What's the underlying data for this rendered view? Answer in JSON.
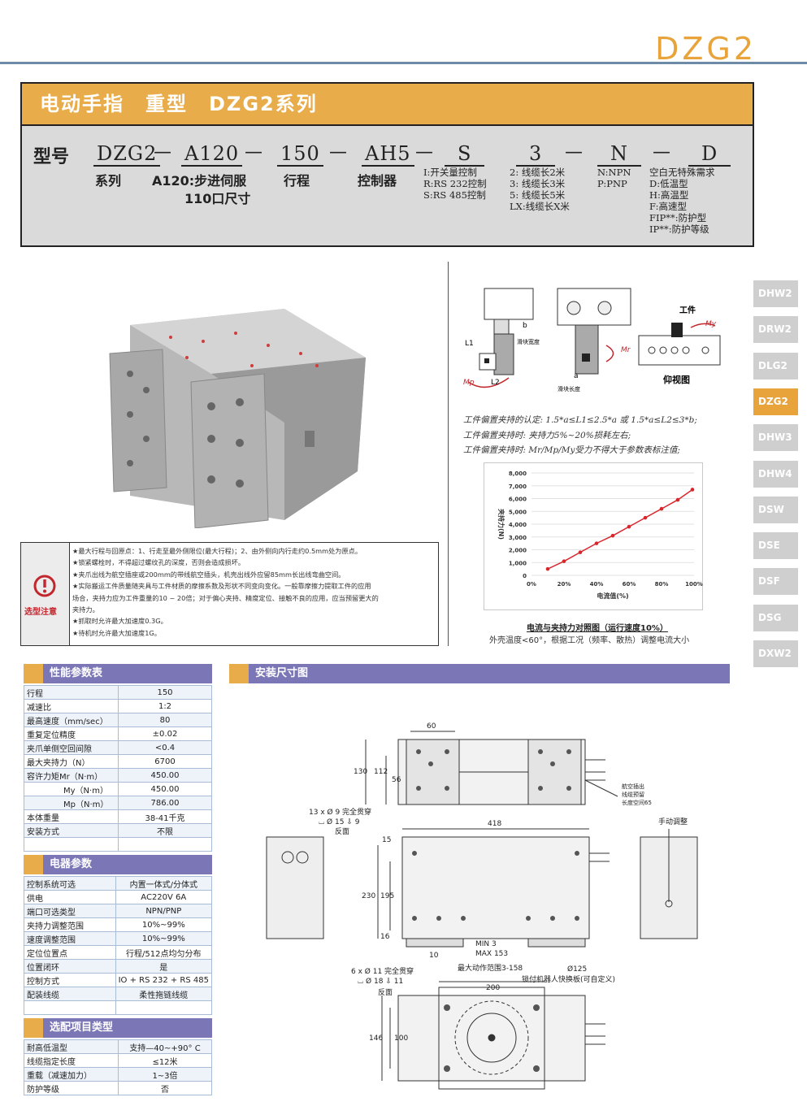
{
  "brand": "DZG2",
  "model": {
    "title": "电动手指　重型　DZG2系列",
    "prefix": "型号",
    "codes": [
      "DZG2",
      "A120",
      "150",
      "AH5",
      "S",
      "3",
      "N",
      "D"
    ],
    "dash": "—",
    "labels": {
      "series": "系列",
      "motor": "A120:步进伺服",
      "motor2": "110口尺寸",
      "stroke": "行程",
      "controller": "控制器"
    },
    "comm_options": [
      "I:开关量控制",
      "R:RS 232控制",
      "S:RS 485控制"
    ],
    "cable_options": [
      "2: 线缆长2米",
      "3: 线缆长3米",
      "5: 线缆长5米",
      "LX:线缆长X米"
    ],
    "io_options": [
      "N:NPN",
      "P:PNP"
    ],
    "special_options": [
      "空白无特殊需求",
      "D:低温型",
      "H:高温型",
      "F:高速型",
      "FIP**:防护型",
      "IP**:防护等级"
    ]
  },
  "side_nav": [
    {
      "label": "DHW2",
      "active": false
    },
    {
      "label": "DRW2",
      "active": false
    },
    {
      "label": "DLG2",
      "active": false
    },
    {
      "label": "DZG2",
      "active": true
    },
    {
      "label": "DHW3",
      "active": false
    },
    {
      "label": "DHW4",
      "active": false
    },
    {
      "label": "DSW",
      "active": false
    },
    {
      "label": "DSE",
      "active": false
    },
    {
      "label": "DSF",
      "active": false
    },
    {
      "label": "DSG",
      "active": false
    },
    {
      "label": "DXW2",
      "active": false
    }
  ],
  "notice": {
    "label": "选型注意",
    "lines": [
      "★最大行程与回原点：1、行走至最外侧限位(最大行程)；2、由外侧向内行走约0.5mm处为原点。",
      "★锁紧螺栓时，不得超过螺纹孔的深度，否则会造成损坏。",
      "★夹爪出线为航空插座或200mm的带线航空插头，机壳出线外应留85mm长出线弯曲空间。",
      "★实际搬运工件质量随夹具与工件材质的摩擦系数及形状不同变向变化。一般靠摩擦力提取工件的应用",
      "场合，夹持力应为工件重量的10 ~ 20倍；对于偏心夹持、精度定位、接触不良的应用，应当预留更大的",
      "夹持力。",
      "★抓取时允许最大加速度0.3G。",
      "★待机时允许最大加速度1G。"
    ]
  },
  "diagram_labels": {
    "l1": "L1",
    "l2": "L2",
    "a": "a",
    "b": "b",
    "slide_width": "滑块宽度",
    "slide_length": "滑块长度",
    "mp": "Mp",
    "mr": "Mr",
    "my": "My",
    "workpiece": "工件",
    "bottom_view": "仰视图"
  },
  "analysis": [
    "工件偏置夹持的认定: 1.5*a≤L1≤2.5*a 或 1.5*a≤L2≤3*b;",
    "工件偏置夹持时: 夹持力5%~20%损耗左右;",
    "工件偏置夹持时: Mr/Mp/My受力不得大于参数表标注值;"
  ],
  "chart_data": {
    "type": "line",
    "title": "",
    "xlabel": "电流值(%)",
    "ylabel": "夹持力(N)",
    "x_ticks": [
      "0%",
      "20%",
      "40%",
      "60%",
      "80%",
      "100%"
    ],
    "y_ticks": [
      "0",
      "1,000",
      "2,000",
      "3,000",
      "4,000",
      "5,000",
      "6,000",
      "7,000",
      "8,000"
    ],
    "xlim": [
      0,
      100
    ],
    "ylim": [
      0,
      8000
    ],
    "series": [
      {
        "x": [
          10,
          20,
          30,
          40,
          50,
          60,
          70,
          80,
          90,
          99
        ],
        "y": [
          500,
          1100,
          1800,
          2500,
          3100,
          3800,
          4500,
          5200,
          5900,
          6700
        ],
        "color": "#d7262c"
      }
    ],
    "caption": "电流与夹持力对照图（运行速度10%）",
    "note": "外壳温度<60°，根据工况（频率、散热）调整电流大小"
  },
  "perf": {
    "title": "性能参数表",
    "rows": [
      [
        "行程",
        "150"
      ],
      [
        "减速比",
        "1:2"
      ],
      [
        "最高速度（mm/sec）",
        "80"
      ],
      [
        "重复定位精度",
        "±0.02"
      ],
      [
        "夹爪单侧空回间隙",
        "<0.4"
      ],
      [
        "最大夹持力（N）",
        "6700"
      ],
      [
        "容许力矩Mr（N·m）",
        "450.00"
      ],
      [
        "My（N·m）",
        "450.00"
      ],
      [
        "Mp（N·m）",
        "786.00"
      ],
      [
        "本体重量",
        "38-41千克"
      ],
      [
        "安装方式",
        "不限"
      ],
      [
        "",
        ""
      ]
    ]
  },
  "elec": {
    "title": "电器参数",
    "rows": [
      [
        "控制系统可选",
        "内置一体式/分体式"
      ],
      [
        "供电",
        "AC220V  6A"
      ],
      [
        "端口可选类型",
        "NPN/PNP"
      ],
      [
        "夹持力调整范围",
        "10%~99%"
      ],
      [
        "速度调整范围",
        "10%~99%"
      ],
      [
        "定位位置点",
        "行程/512点均匀分布"
      ],
      [
        "位置闭环",
        "是"
      ],
      [
        "控制方式",
        "IO + RS 232 + RS 485"
      ],
      [
        "配装线缆",
        "柔性拖链线缆"
      ],
      [
        "",
        ""
      ]
    ]
  },
  "options": {
    "title": "选配项目类型",
    "rows": [
      [
        "耐高低温型",
        "支持—40~+90° C"
      ],
      [
        "线缆指定长度",
        "≤12米"
      ],
      [
        "重载（减速加力）",
        "1~3倍"
      ],
      [
        "防护等级",
        "否"
      ]
    ]
  },
  "install": {
    "title": "安装尺寸图",
    "dims": {
      "d60": "60",
      "d130": "130",
      "d112": "112",
      "d56": "56",
      "d418": "418",
      "d15": "15",
      "d230": "230",
      "d195": "195",
      "d16": "16",
      "d10": "10",
      "d200": "200",
      "d146": "146",
      "d100": "100",
      "phi125": "Ø125"
    },
    "notes": {
      "holes1": "13 x Ø 9 完全贯穿",
      "holes1b": "⌴ Ø 15 ⇩ 9",
      "back1": "反面",
      "cable": "航空插出",
      "cable2": "线缆预留",
      "cable3": "长度空间65",
      "manual": "手动调整",
      "min": "MIN 3",
      "max": "MAX 153",
      "range": "最大动作范围3-158",
      "holes2": "6 x Ø 11 完全贯穿",
      "holes2b": "⌴ Ø 18 ⇩ 11",
      "back2": "反面",
      "robot": "锁付机器人快换板(可自定义)"
    }
  }
}
